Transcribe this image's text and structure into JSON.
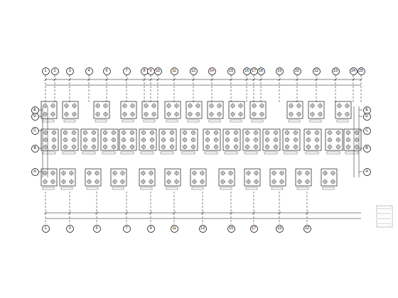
{
  "diagram": {
    "nodes": [
      {
        "text": [
          "1"
        ]
      },
      {
        "text": [
          "2"
        ]
      },
      {
        "text": [
          "3"
        ]
      },
      {
        "text": [
          "4"
        ]
      },
      {
        "text": [
          "6"
        ]
      },
      {
        "text": [
          "7"
        ]
      },
      {
        "text": [
          "8"
        ]
      },
      {
        "text": [
          "9"
        ]
      },
      {
        "text": [
          "10"
        ]
      },
      {
        "text": [
          "11"
        ]
      },
      {
        "text": [
          "12"
        ]
      },
      {
        "text": [
          "14"
        ]
      },
      {
        "text": [
          "15"
        ]
      },
      {
        "text": [
          "16"
        ]
      },
      {
        "text": [
          "17"
        ]
      },
      {
        "text": [
          "18"
        ]
      },
      {
        "text": [
          "19"
        ]
      },
      {
        "text": [
          "20"
        ]
      },
      {
        "text": [
          "22"
        ]
      },
      {
        "text": [
          "23"
        ]
      },
      {
        "text": [
          "24"
        ]
      },
      {
        "text": [
          "25"
        ]
      },
      {
        "text": [
          "E"
        ]
      },
      {
        "text": [
          "D"
        ]
      },
      {
        "text": [
          "C"
        ]
      },
      {
        "text": [
          "B"
        ]
      },
      {
        "text": [
          "A"
        ]
      },
      {
        "text": [
          "E"
        ]
      },
      {
        "text": [
          "D"
        ]
      },
      {
        "text": [
          "C"
        ]
      },
      {
        "text": [
          "B"
        ]
      },
      {
        "text": [
          "A"
        ]
      },
      {
        "text": [
          "1"
        ]
      },
      {
        "text": [
          "3"
        ]
      },
      {
        "text": [
          "5"
        ]
      },
      {
        "text": [
          "7"
        ]
      },
      {
        "text": [
          "9"
        ]
      },
      {
        "text": [
          "11"
        ]
      },
      {
        "text": [
          "13"
        ]
      },
      {
        "text": [
          "15"
        ]
      },
      {
        "text": [
          "17"
        ]
      },
      {
        "text": [
          "19"
        ]
      },
      {
        "text": [
          "22"
        ]
      }
    ]
  }
}
